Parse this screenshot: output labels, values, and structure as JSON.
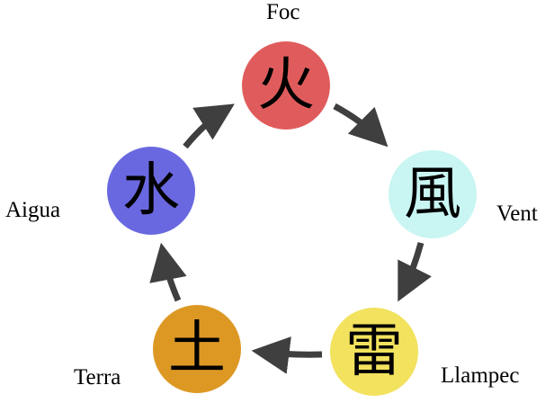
{
  "diagram": {
    "description": "Five-element cycle diagram (godai) with Catalan labels",
    "arrow_color": "#3f3f3f",
    "background_color": "#ffffff",
    "text_color": "#000000",
    "nodes": [
      {
        "id": "fire",
        "kanji": "火",
        "label": "Foc",
        "color": "#e05c5c"
      },
      {
        "id": "wind",
        "kanji": "風",
        "label": "Vent",
        "color": "#c9f5f2"
      },
      {
        "id": "lightning",
        "kanji": "雷",
        "label": "Llampec",
        "color": "#f2e25e"
      },
      {
        "id": "earth",
        "kanji": "土",
        "label": "Terra",
        "color": "#dd9824"
      },
      {
        "id": "water",
        "kanji": "水",
        "label": "Aigua",
        "color": "#6a68e0"
      }
    ],
    "cycle_order": [
      "Foc",
      "Vent",
      "Llampec",
      "Terra",
      "Aigua"
    ]
  }
}
